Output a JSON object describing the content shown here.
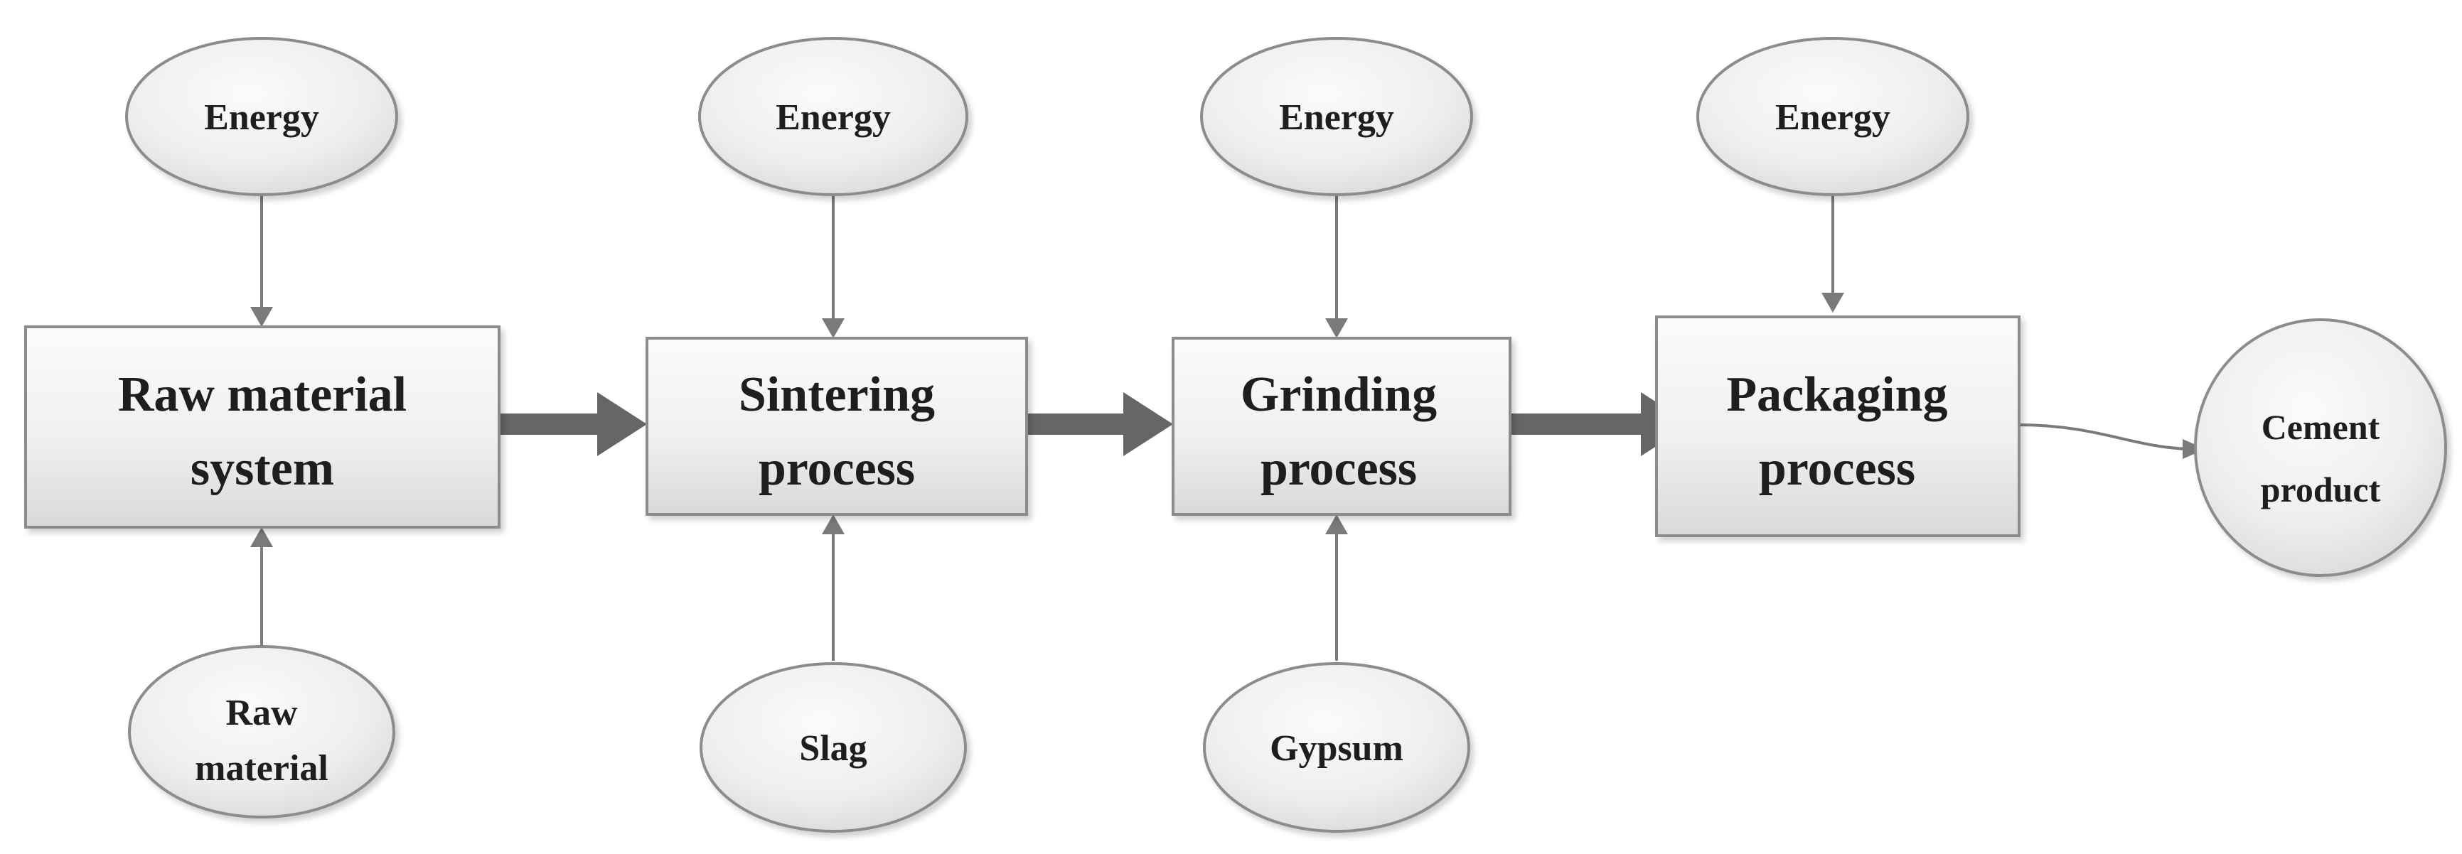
{
  "colors": {
    "node_fill_light": "#fbfbfb",
    "node_fill_dark": "#d9d9d9",
    "node_stroke": "#8c8c8c",
    "text": "#1e1e1e",
    "thin_connector": "#7a7a7a",
    "flow_arrow": "#666666"
  },
  "boxes": {
    "raw_material_system": {
      "line1": "Raw material",
      "line2": "system"
    },
    "sintering_process": {
      "line1": "Sintering",
      "line2": "process"
    },
    "grinding_process": {
      "line1": "Grinding",
      "line2": "process"
    },
    "packaging_process": {
      "line1": "Packaging",
      "line2": "process"
    }
  },
  "inputs_top": {
    "energy_1": "Energy",
    "energy_2": "Energy",
    "energy_3": "Energy",
    "energy_4": "Energy"
  },
  "inputs_bottom": {
    "raw_material": {
      "line1": "Raw",
      "line2": "material"
    },
    "slag": "Slag",
    "gypsum": "Gypsum"
  },
  "output": {
    "cement_product": {
      "line1": "Cement",
      "line2": "product"
    }
  }
}
